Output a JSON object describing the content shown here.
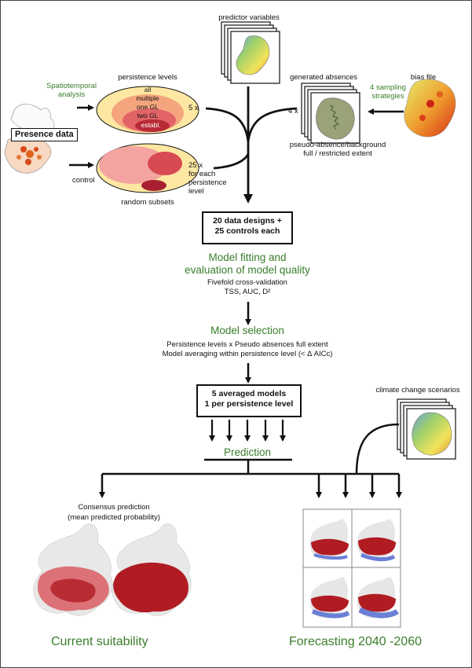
{
  "top": {
    "predictor_label": "predictor variables",
    "persistence_label": "persistence levels",
    "generated_absences_label": "generated absences",
    "bias_file_label": "bias file",
    "spatiotemporal": [
      "Spatiotemporal",
      "analysis"
    ],
    "sampling": [
      "4 sampling",
      "strategies"
    ],
    "presence_data": "Presence data",
    "control_label": "control",
    "random_subsets_label": "random subsets",
    "levels": [
      "all",
      "multiple",
      "one GL",
      "two GL",
      "establ."
    ],
    "mult_5": "5 x",
    "mult_4": "4 x",
    "mult_25": [
      "25 x",
      "for each",
      "persistence",
      "level"
    ],
    "pseudo_absence": [
      "pseudo-absence/background",
      "full / restricted extent"
    ]
  },
  "designs_box": [
    "20 data designs +",
    "25 controls each"
  ],
  "fitting": {
    "heading": [
      "Model fitting and",
      "evaluation of model quality"
    ],
    "sub": [
      "Fivefold cross-validation",
      "TSS, AUC, D²"
    ]
  },
  "selection": {
    "heading": "Model selection",
    "sub": [
      "Persistence levels x Pseudo absences full extent",
      "Model averaging within persistence level (< Δ AICc)"
    ]
  },
  "averaged_box": [
    "5 averaged models",
    "1 per persistence level"
  ],
  "climate_label": "climate change scenarios",
  "prediction_heading": "Prediction",
  "consensus": [
    "Consensus prediction",
    "(mean predicted probability)"
  ],
  "current_suitability": "Current suitability",
  "forecasting": "Forecasting 2040 -2060",
  "colors": {
    "green": "#3a7d2c",
    "red": "#b01c22",
    "blue": "#6a7fd6"
  }
}
